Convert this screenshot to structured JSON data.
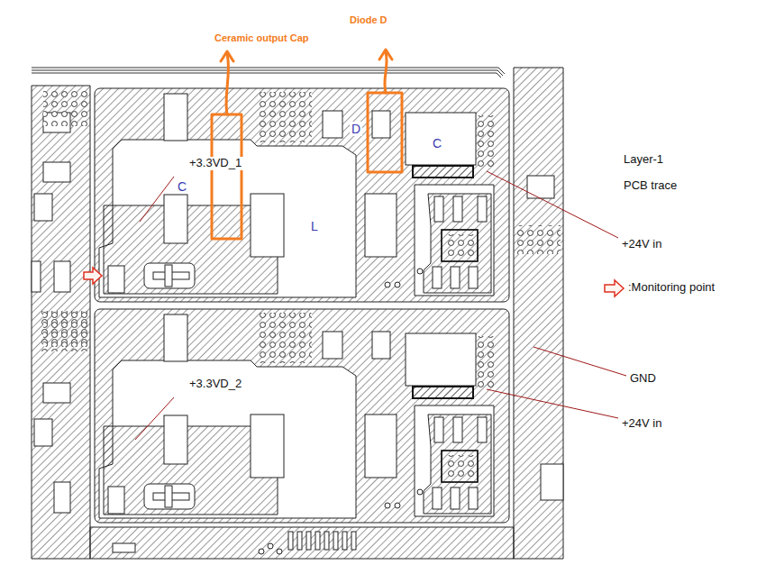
{
  "diagram": {
    "labels": [
      "Ceramic output Cap",
      "Diode D",
      "D",
      "C",
      "+3.3VD_1",
      "C",
      "L",
      "Layer-1",
      "PCB trace",
      "+24V in",
      "GND",
      "+24V in",
      "+3.3VD_2"
    ],
    "legend": [
      {
        "text": ":Monitoring point"
      }
    ]
  }
}
